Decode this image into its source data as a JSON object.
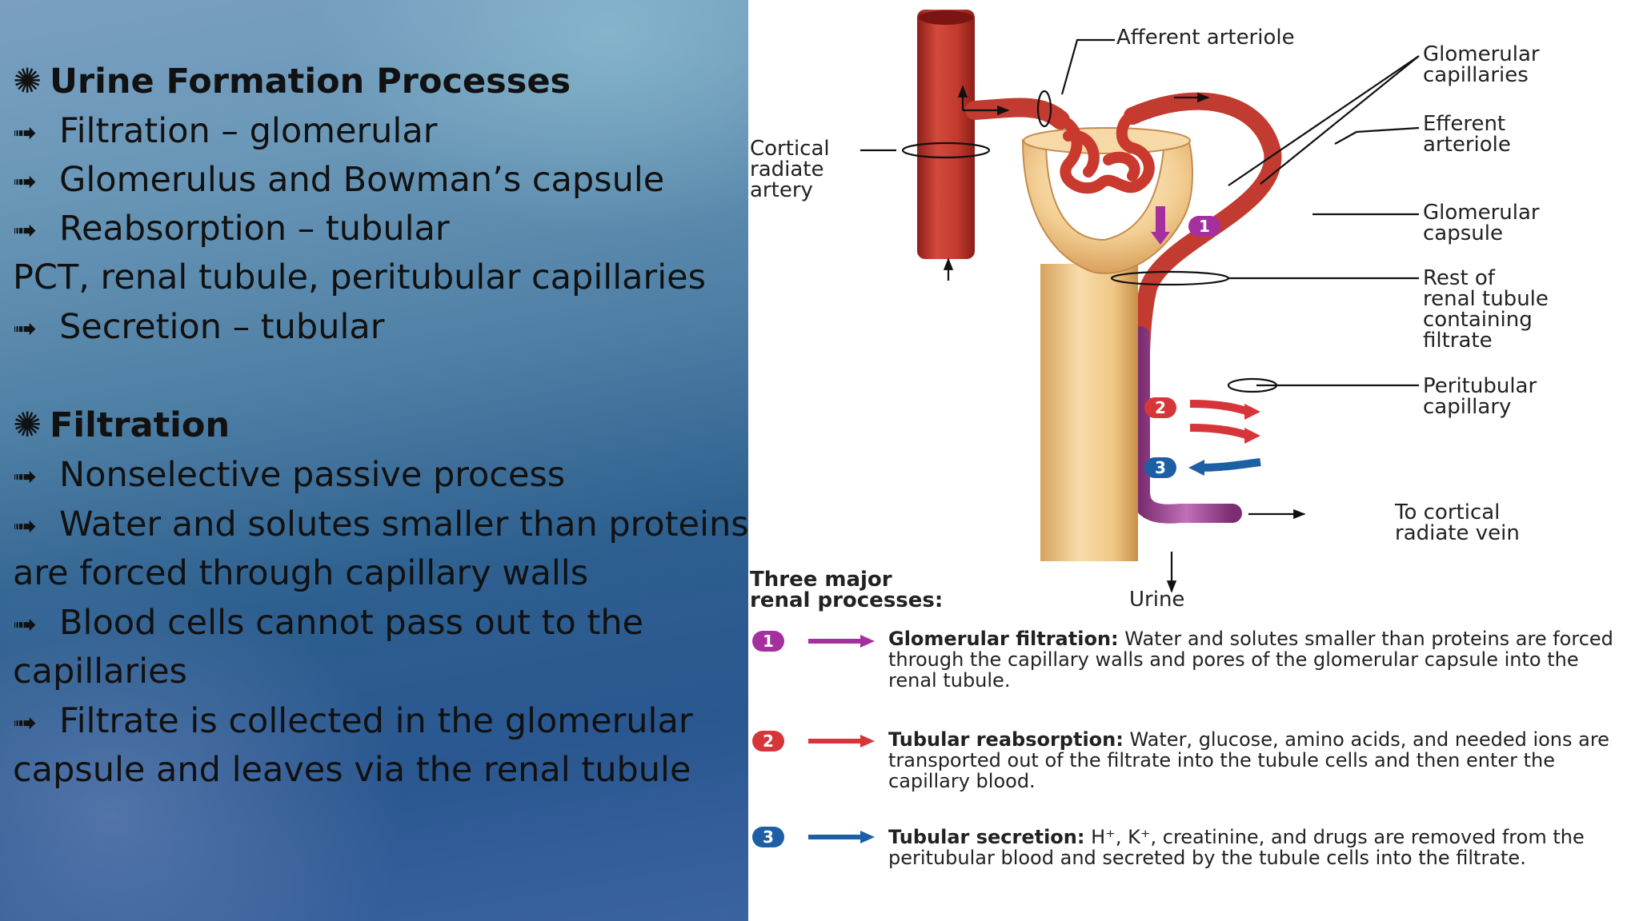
{
  "slide": {
    "heading1": "Urine Formation Processes",
    "bullets1": [
      "Filtration – glomerular",
      "Glomerulus and Bowman’s capsule",
      "Reabsorption – tubular"
    ],
    "plain1": "PCT, renal tubule, peritubular capillaries",
    "bullet_secretion": "Secretion – tubular",
    "heading2": "Filtration",
    "bullet2_1": "Nonselective passive process",
    "bullet2_2a": "Water and solutes smaller than proteins",
    "bullet2_2b": "are forced through capillary walls",
    "bullet2_3a": "Blood cells cannot pass out to the",
    "bullet2_3b": "capillaries",
    "bullet2_4a": "Filtrate is collected in the glomerular",
    "bullet2_4b": "capsule and leaves via the renal tubule"
  },
  "diagram": {
    "labels": {
      "afferent": "Afferent arteriole",
      "glom_cap": "Glomerular\ncapillaries",
      "efferent": "Efferent\narteriole",
      "cortical_artery": "Cortical\nradiate\nartery",
      "glom_capsule": "Glomerular\ncapsule",
      "rest_tubule": "Rest of\nrenal tubule\ncontaining\nfiltrate",
      "peritubular": "Peritubular\ncapillary",
      "cortical_vein": "To cortical\nradiate vein",
      "urine": "Urine",
      "three_major": "Three major\nrenal processes:"
    },
    "badges": [
      "1",
      "2",
      "3"
    ],
    "processes": [
      {
        "title": "Glomerular filtration:",
        "text": " Water and solutes smaller than proteins are forced through the capillary walls and pores of the glomerular capsule into the renal tubule."
      },
      {
        "title": "Tubular reabsorption:",
        "text": " Water, glucose, amino acids, and needed ions are transported out of the filtrate into the tubule cells and then enter the capillary blood."
      },
      {
        "title": "Tubular secretion:",
        "text": " H⁺, K⁺, creatinine, and drugs are removed from the peritubular blood and secreted by the tubule cells into the filtrate."
      }
    ],
    "colors": {
      "artery": "#c8382c",
      "capillary": "#a44a8a",
      "tubule": "#efc88a",
      "proc1": "#a62f9f",
      "proc2": "#d6353a",
      "proc3": "#1d5fa5"
    }
  }
}
